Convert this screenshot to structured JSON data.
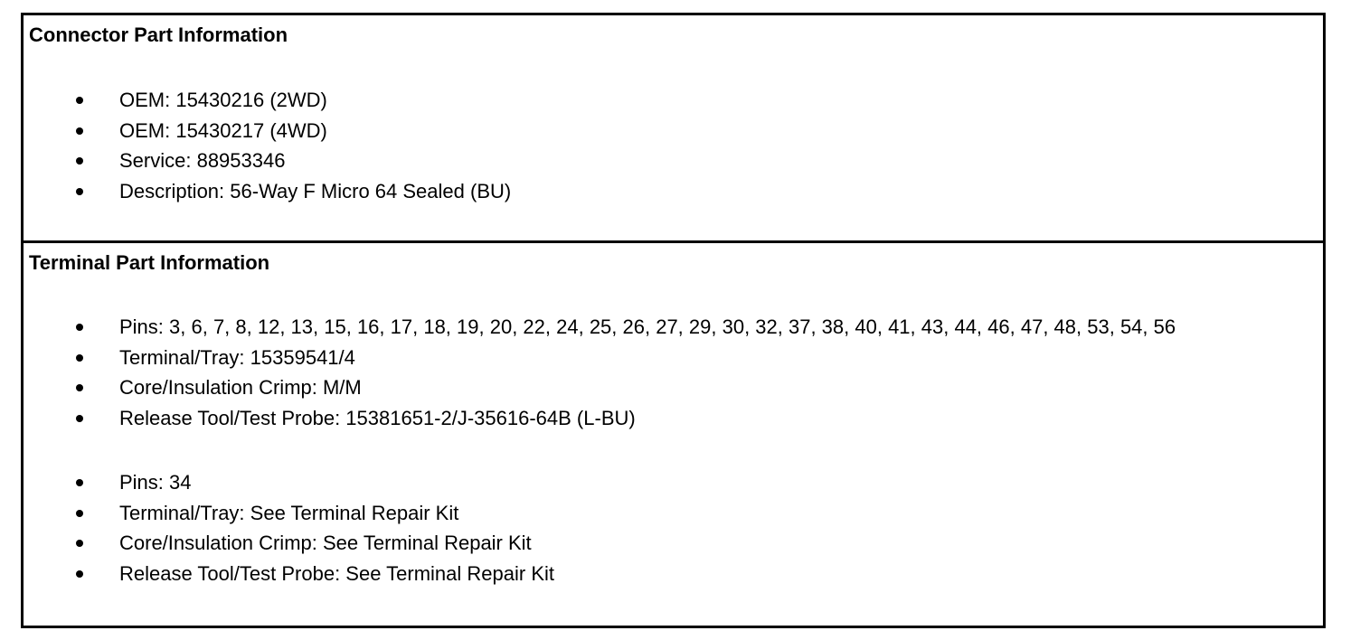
{
  "connector_section": {
    "title": "Connector Part Information",
    "items": [
      "OEM: 15430216 (2WD)",
      "OEM: 15430217 (4WD)",
      "Service: 88953346",
      "Description: 56-Way F Micro 64 Sealed (BU)"
    ]
  },
  "terminal_section": {
    "title": "Terminal Part Information",
    "groups": [
      {
        "items": [
          "Pins: 3, 6, 7, 8, 12, 13, 15, 16, 17, 18, 19, 20, 22, 24, 25, 26, 27, 29, 30, 32, 37, 38, 40, 41, 43, 44, 46, 47, 48, 53, 54, 56",
          "Terminal/Tray: 15359541/4",
          "Core/Insulation Crimp: M/M",
          "Release Tool/Test Probe: 15381651-2/J-35616-64B (L-BU)"
        ]
      },
      {
        "items": [
          "Pins: 34",
          "Terminal/Tray: See Terminal Repair Kit",
          "Core/Insulation Crimp: See Terminal Repair Kit",
          "Release Tool/Test Probe: See Terminal Repair Kit"
        ]
      }
    ]
  }
}
